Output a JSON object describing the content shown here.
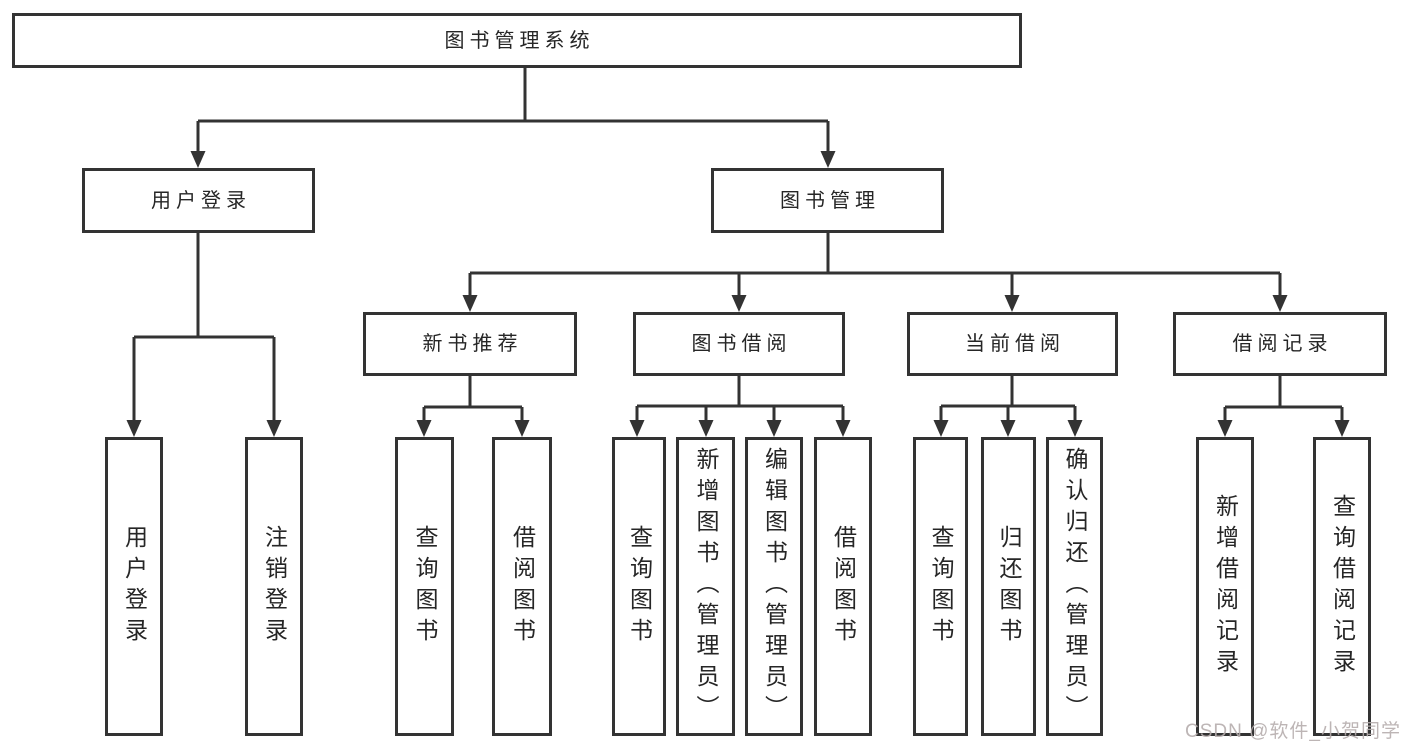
{
  "diagram_type": "function-structure-tree",
  "nodes": {
    "root": {
      "label": "图书管理系统"
    },
    "user_login": {
      "label": "用户登录",
      "children": [
        "用户登录",
        "注销登录"
      ]
    },
    "book_mgmt": {
      "label": "图书管理"
    },
    "new_books": {
      "label": "新书推荐",
      "children": [
        "查询图书",
        "借阅图书"
      ]
    },
    "book_borrow": {
      "label": "图书借阅",
      "children": [
        "查询图书",
        "新增图书（管理员）",
        "编辑图书（管理员）",
        "借阅图书"
      ]
    },
    "current_borrow": {
      "label": "当前借阅",
      "children": [
        "查询图书",
        "归还图书",
        "确认归还（管理员）"
      ]
    },
    "borrow_records": {
      "label": "借阅记录",
      "children": [
        "新增借阅记录",
        "查询借阅记录"
      ]
    }
  },
  "watermark": {
    "text": "CSDN @软件_小贺同学"
  },
  "colors": {
    "line": "#333333",
    "box_border": "#333333",
    "text": "#262626",
    "background": "#ffffff",
    "watermark": "#b6aeae"
  }
}
